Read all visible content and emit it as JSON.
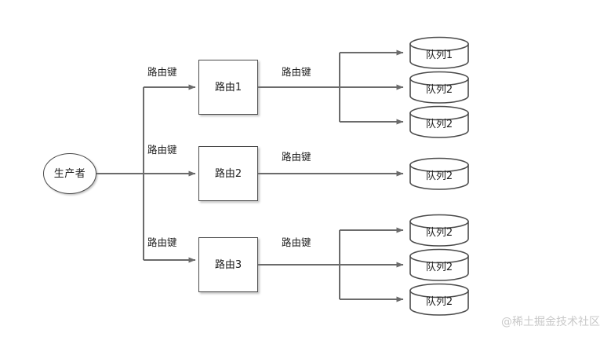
{
  "diagram": {
    "title": "Message routing fan-out diagram",
    "colors": {
      "line": "#6b6b6b",
      "node_border": "#4a4a4a",
      "text": "#1f1f1f",
      "background": "#ffffff",
      "watermark": "#c9c9c9"
    },
    "producer": {
      "label": "生产者"
    },
    "routers": [
      {
        "label": "路由1"
      },
      {
        "label": "路由2"
      },
      {
        "label": "路由3"
      }
    ],
    "queues": [
      {
        "label": "队列1",
        "group": "top"
      },
      {
        "label": "队列2",
        "group": "top"
      },
      {
        "label": "队列2",
        "group": "top"
      },
      {
        "label": "队列2",
        "group": "middle"
      },
      {
        "label": "队列2",
        "group": "bottom"
      },
      {
        "label": "队列2",
        "group": "bottom"
      },
      {
        "label": "队列2",
        "group": "bottom"
      }
    ],
    "edge_labels": {
      "producer_to_router_1": "路由键",
      "producer_to_router_2": "路由键",
      "producer_to_router_3": "路由键",
      "router_1_to_queues": "路由键",
      "router_2_to_queues": "路由键",
      "router_3_to_queues": "路由键"
    },
    "watermark": "@稀土掘金技术社区"
  }
}
